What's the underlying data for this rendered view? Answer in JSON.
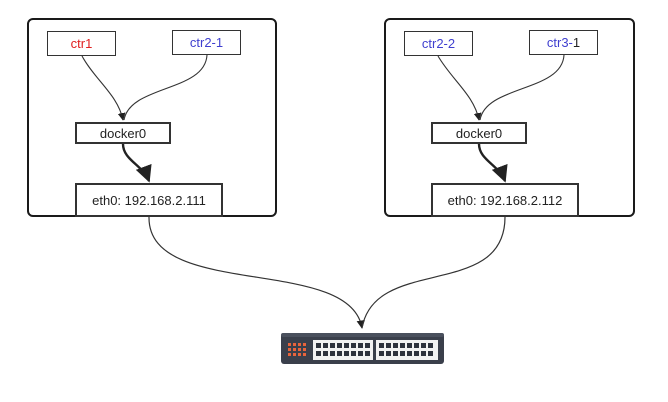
{
  "hosts": [
    {
      "containers": [
        {
          "label": "ctr1",
          "label_parts": [
            "ctr1",
            ""
          ],
          "color": "#e02020"
        },
        {
          "label": "ctr2-1",
          "label_parts": [
            "ctr2-1",
            ""
          ],
          "color": "#3f3fcf"
        }
      ],
      "bridge": "docker0",
      "eth": "eth0: 192.168.2.111"
    },
    {
      "containers": [
        {
          "label": "ctr2-2",
          "label_parts": [
            "ctr2-2",
            ""
          ],
          "color": "#3f3fcf"
        },
        {
          "label": "ctr3-1",
          "label_parts": [
            "ctr3-",
            "1"
          ],
          "color": "#3f3fcf"
        }
      ],
      "bridge": "docker0",
      "eth": "eth0: 192.168.2.112"
    }
  ],
  "switch": {
    "icon": "network-switch-icon",
    "body_color": "#3a3f4b",
    "accent_color": "#e8643c"
  }
}
